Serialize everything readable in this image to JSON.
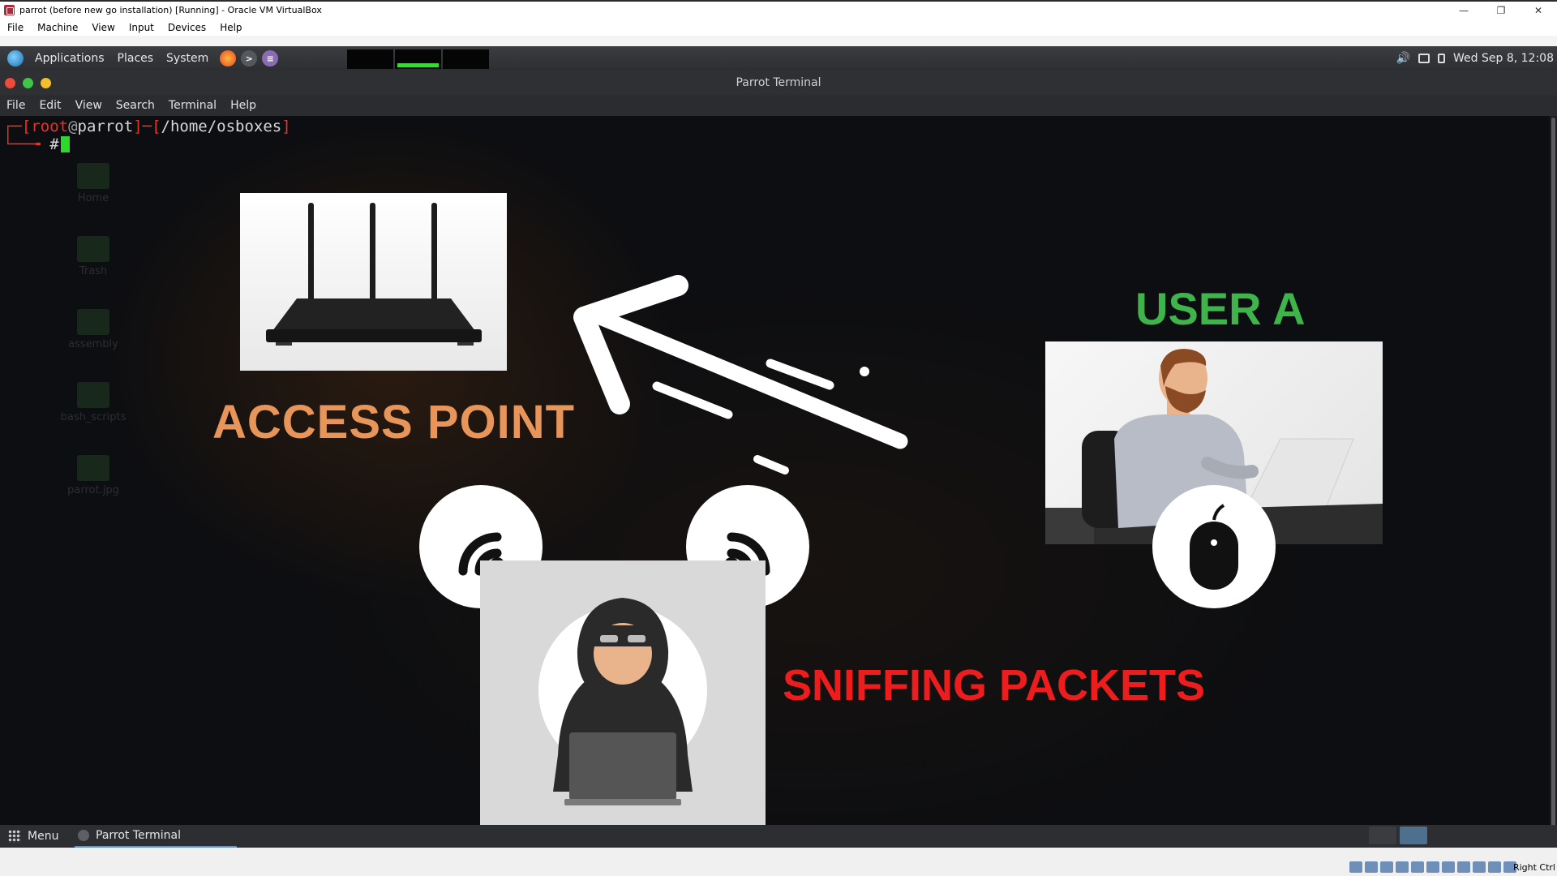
{
  "host": {
    "window_title": "parrot (before new go installation) [Running] - Oracle VM VirtualBox",
    "window_controls": [
      "—",
      "❐",
      "✕"
    ],
    "menu": [
      "File",
      "Machine",
      "View",
      "Input",
      "Devices",
      "Help"
    ],
    "status_host_key": "Right Ctrl"
  },
  "guest_panel": {
    "menus": [
      "Applications",
      "Places",
      "System"
    ],
    "launchers": [
      "firefox-icon",
      "terminal-icon",
      "text-editor-icon"
    ],
    "clock": "Wed Sep  8, 12:08"
  },
  "terminal": {
    "title": "Parrot Terminal",
    "menu": [
      "File",
      "Edit",
      "View",
      "Search",
      "Terminal",
      "Help"
    ],
    "prompt_user": "root",
    "prompt_host": "parrot",
    "prompt_path": "/home/osboxes",
    "prompt_symbol": "#"
  },
  "desktop_icons": [
    "Home",
    "Trash",
    "assembly",
    "bash_scripts",
    "parrot.jpg"
  ],
  "overlay": {
    "access_point_label": "ACCESS POINT",
    "user_label": "USER A",
    "sniffing_label": "SNIFFING PACKETS",
    "colors": {
      "access_point": "#e8955a",
      "user": "#3fb44a",
      "sniffing": "#ee1d1d"
    }
  },
  "bottom_panel": {
    "menu_label": "Menu",
    "task_label": "Parrot Terminal"
  }
}
